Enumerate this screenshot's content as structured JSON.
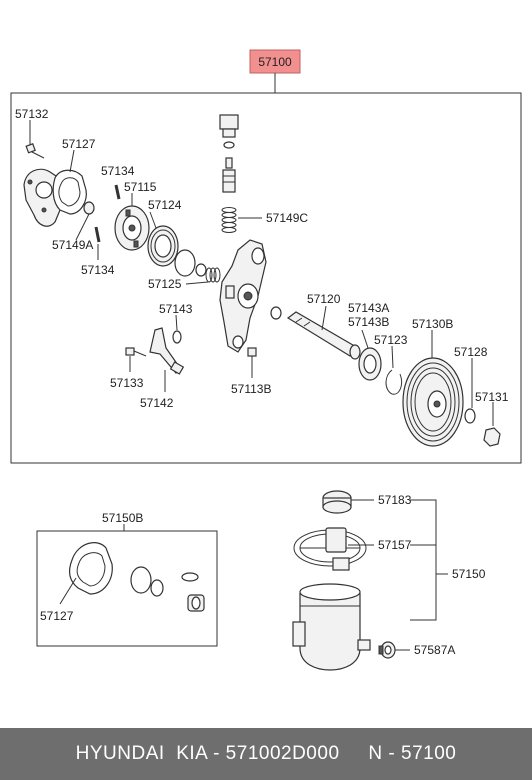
{
  "diagram": {
    "main_assembly_label": "57100",
    "highlight_color": "#f29090",
    "main_box": {
      "parts": {
        "p57132": "57132",
        "p57127": "57127",
        "p57134a": "57134",
        "p57115": "57115",
        "p57124": "57124",
        "p57149a": "57149A",
        "p57134b": "57134",
        "p57149c": "57149C",
        "p57125": "57125",
        "p57143": "57143",
        "p57120": "57120",
        "p57143a": "57143A",
        "p57143b": "57143B",
        "p57130b": "57130B",
        "p57123": "57123",
        "p57128": "57128",
        "p57131": "57131",
        "p57133": "57133",
        "p57142": "57142",
        "p57113b": "57113B"
      }
    },
    "kit_box": {
      "title": "57150B",
      "parts": {
        "p57127": "57127"
      }
    },
    "reservoir": {
      "parts": {
        "p57183": "57183",
        "p57157": "57157",
        "p57150": "57150",
        "p57587a": "57587A"
      }
    }
  },
  "footer": {
    "text": "HYUNDAI  KIA - 571002D000     N - 57100"
  }
}
